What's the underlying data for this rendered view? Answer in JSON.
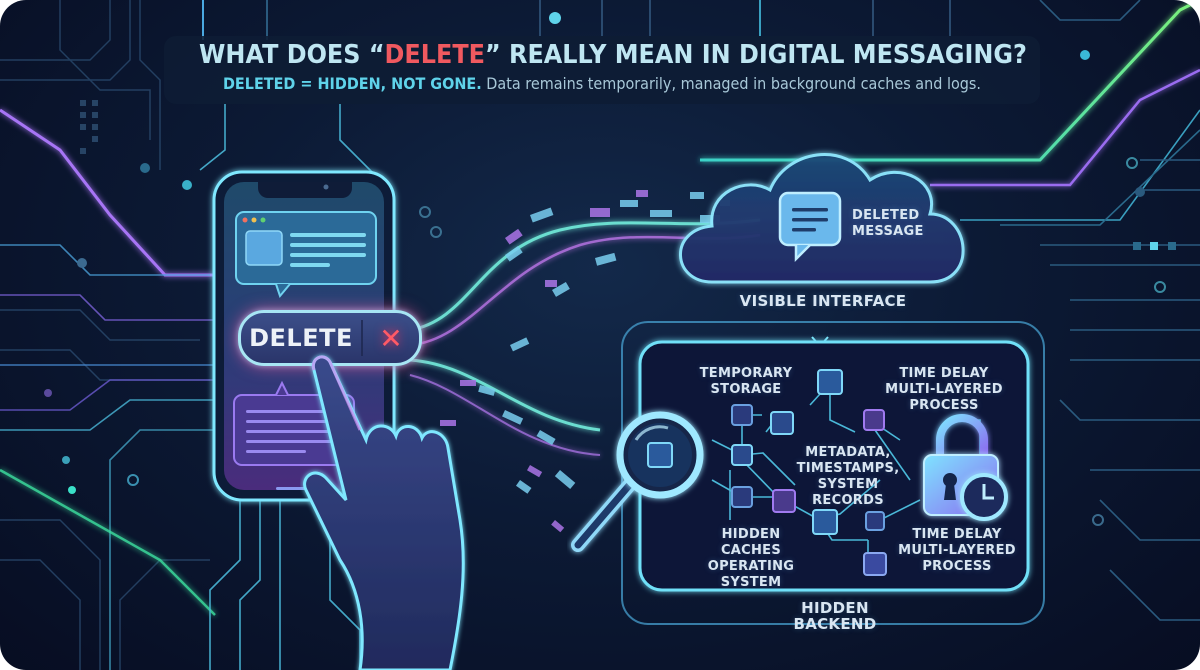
{
  "header": {
    "title_prefix": "WHAT DOES “",
    "title_accent": "DELETE",
    "title_suffix": "” REALLY MEAN IN DIGITAL MESSAGING?",
    "subtitle_lead": "DELETED = HIDDEN, NOT GONE.",
    "subtitle_rest": " Data remains temporarily, managed in background caches and logs."
  },
  "phone": {
    "delete_button_label": "DELETE",
    "delete_button_icon": "close-x-icon"
  },
  "cloud": {
    "message_label": "DELETED\nMESSAGE",
    "section_label": "VISIBLE INTERFACE"
  },
  "backend": {
    "temporary_storage": "TEMPORARY\nSTORAGE",
    "time_delay_top": "TIME DELAY\nMULTI-LAYERED\nPROCESS",
    "metadata": "METADATA,\nTIMESTAMPS,\nSYSTEM RECORDS",
    "hidden_caches": "HIDDEN\nCACHES\nOPERATING SYSTEM",
    "time_delay_bottom": "TIME DELAY\nMULTI-LAYERED\nPROCESS",
    "section_label": "HIDDEN BACKEND"
  },
  "colors": {
    "background": "#0c1a35",
    "accent_red": "#f0595f",
    "accent_cyan": "#5fd3ea",
    "accent_purple": "#9b6cf0",
    "accent_green": "#5ef08a"
  }
}
